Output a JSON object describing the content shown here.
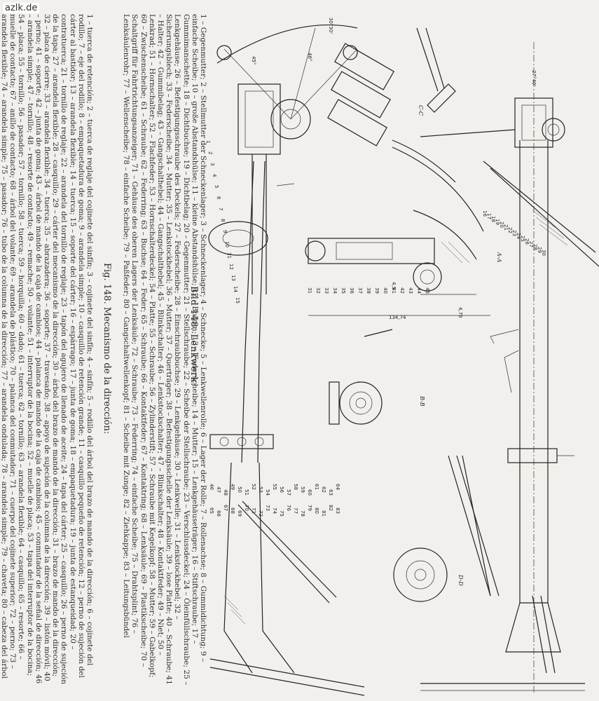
{
  "watermark": "azlk.de",
  "german_title": "Bild 148. Lenkwerk:",
  "german_legend": "1 – Gegenmutter; 2 – Stellmutter der Schneckenlager; 3 – Schneckenlager; 4 – Schnecke; 5 – Lenkwellenrolle; 6 – Lager der Rolle; 7 – Rollenachse; 8 – Gummidichtung; 9 – einfache Scheibe; 10 – große Abstandshülse; 11 – kleine Abstandshülse; 12 – Bolzen; 13 – Federscheibe; 14 – Mutter; 15 – Lenkgehäuseträger; 16 – Stiftschraube; 17 – Gummimanschette; 18 – Dichtbuchse; 19 – Dichtbelag; 20 – Gegenmutter; 21 – Stellschraube; 22 – Scheibe der Stellschraube; 23 – Verschlussdeckel; 24 – Öleinfüllschraube; 25 – Lenkgehäuse; 26 – Befestigungsschraube des Deckels; 27 – Federscheibe; 28 – Einschraubbuchse; 29 – Lenkgehäuse; 30 – Lenkwelle; 31 – Lenkstockhebel; 32 – Sicherungsblech; 33 – Federscheibe; 34 – Mutter; 35 – Lenkstockhebel; 36 – Mutter; 37 – Querträger; 38 – Befestigungsschelle der Lenksäule; 39 – lose Platte; 40 – Schraube; 41 – Halter; 42 – Gummibelag; 43 – Gangschalthebel; 44 – Gangschalthebel; 45 – Blinkschalter; 46 – Lenkstockschalter; 47 – Blinkschalter; 48 – Kontaktfeder; 49 – Niet; 50 – Lenkrad; 51 – Hornschalter; 52 – Flachfeder; 53 – Hornschalterdeckel; 54 – Platte; 55 – Schraube; 56 – Zylinderstift; 57 – Schraube mit Kegelkopf; 58 – Mutter; 59 – Gabelkopf; 60 – Zwischenscheibe; 61 – Schraube; 62 – Federring; 63 – Buchse; 64 – Feder; 65 – Schraube; 66 – Kontaktfeder; 67 – Kontaktring; 68 – Lenksäule; 69 – Plastikscheibe; 70 – Schaltgriff für Fahrtrichtungsanzeiger; 71 – Gehäuse des oberen Lagers der Lenksäule; 72 – Schraube; 73 – Federring; 74 – einfache Scheibe; 75 – Drahtsplint; 76 – Lenksäulenrohr; 77 – Wellenscheibe; 78 – einfache Scheibe; 79 – Paßfeder; 80 – Gangschaltwellenkopf; 81 – Scheibe mit Zunge; 82 – Ziehkappe; 83 – Leitungsbündel",
  "spanish_title": "Fig. 148. Mecanismo de la dirección:",
  "spanish_legend": "1 – tuerca de retención; 2 – tuerca de reglaje del cojinete del sinfín; 3 – cojinete del sinfín; 4 – sinfín; 5 – rodillo del árbol del brazo de mando de la dirección; 6 – cojinete del rodillo; 7 – eje del rodillo; 8 – empaquetadura de goma; 9 – arandela simple; 10 – casquillo de retención grande; 11 – casquillo pequeño de retención; 12 – perno de sujeción del cárter al bastidor; 13 – arandela flexible; 14 – tuerca; 15 – soporte del cárter; 16 – espárrago; 17 – junta de goma; 18 – empaquetadura; 19 – junta de estanqueidad; 20 – contratuerca; 21 – tornillo de reglaje; 22 – arandela del tornillo de reglaje; 23 – tapón del agujero de llenado de aceite; 24 – tapa del cárter; 25 – casquillo; 26 – perno de sujeción de la tapa; 27 – arandela flexible; 28 – casquillo; 29 – cárter del mecanismo de la dirección; 30 – árbol del brazo de mando de la dirección; 31 – brazo de mando de la dirección; 32 – placa de cierre; 33 – arandela flexible; 34 – tuerca; 35 – abrazadera; 36 – soporte; 37 – travesaño; 38 – apoyo de sujeción de la columna de la dirección; 39 – listón móvil; 40 – perno; 41 – soporte; 42 – junta de goma; 43 – árbol de mando de la caja de cambios; 44 – palanca de mando de la caja de cambios; 45 – conmutador de la señal de dirección; 46 – arandela simple; 47 – tornillo; 48 – resorte de contacto; 49 – remache; 50 – volante; 51 – interruptor de la bocina; 52 – muelle de placa; 53 – tapa del interruptor de la bocina; 54 – placa; 55 – tornillo; 56 – pasador; 57 – tornillo; 58 – tuerca; 59 – horquilla; 60 – dado; 61 – tuerca; 62 – tornillo; 63 – arandela flexible; 64 – casquillo; 65 – resorte; 66 – muelle de contacto; 67 – anillo de contacto; 68 – árbol del volante; 69 – arandela de plástico; 70 – palanca del conmutador; 71 – cuerpo del cojinete superior; 72 – perno; 73 – arandela flexible; 74 – arandela simple; 75 – pasador; 76 – tubo de la columna de la dirección; 77 – arandela ondulada; 78 – arandela simple; 79 – chaveta; 80 – cabeza del árbol de mando de la caja de cambios; 81 – arandela con uña; 82 – capuchón; 83 – haz de cables",
  "drawing_labels": {
    "angle_a": "27°40'",
    "angle_b": "30°30'",
    "angle_c": "45°",
    "angle_d": "46°",
    "dim_a": "4,76",
    "dim_b": "134,74",
    "dim_c": "4,5",
    "sec_aa": "A-A",
    "sec_bb": "B-B",
    "sec_cc": "C-C",
    "sec_dd": "D-D"
  },
  "part_numbers": [
    "1",
    "2",
    "3",
    "4",
    "5",
    "6",
    "7",
    "8",
    "9",
    "10",
    "11",
    "12",
    "13",
    "14",
    "15",
    "16",
    "17",
    "18",
    "19",
    "20",
    "21",
    "22",
    "23",
    "24",
    "25",
    "26",
    "27",
    "28",
    "29",
    "30",
    "31",
    "32",
    "33",
    "34",
    "35",
    "36",
    "37",
    "38",
    "39",
    "40",
    "41",
    "42",
    "43",
    "44",
    "45",
    "46",
    "47",
    "48",
    "49",
    "50",
    "51",
    "52",
    "53",
    "54",
    "55",
    "56",
    "57",
    "58",
    "59",
    "60",
    "61",
    "62",
    "63",
    "64",
    "65",
    "66",
    "67",
    "68",
    "69",
    "70",
    "71",
    "72",
    "73",
    "74",
    "75",
    "76",
    "77",
    "78",
    "79",
    "80",
    "81",
    "82",
    "83"
  ]
}
